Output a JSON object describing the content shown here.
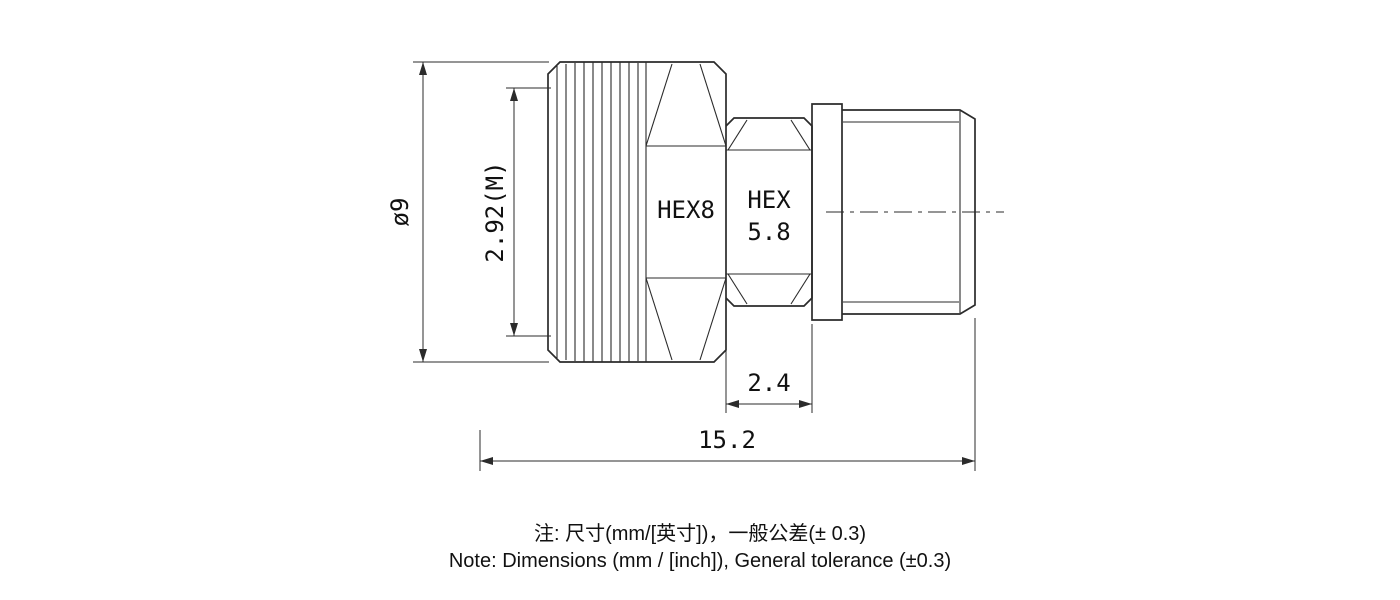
{
  "colors": {
    "line": "#2b2b2b",
    "text": "#111111",
    "background": "#ffffff"
  },
  "drawing": {
    "dim_outer_diameter": "ø9",
    "dim_interface": "2.92(M)",
    "label_hex_nut": "HEX8",
    "label_hex_body_line1": "HEX",
    "label_hex_body_line2": "5.8",
    "dim_hex_length": "2.4",
    "dim_total_length": "15.2"
  },
  "notes": {
    "zh": "注: 尺寸(mm/[英寸])，一般公差(± 0.3)",
    "en": "Note: Dimensions (mm / [inch]), General tolerance (±0.3)"
  }
}
